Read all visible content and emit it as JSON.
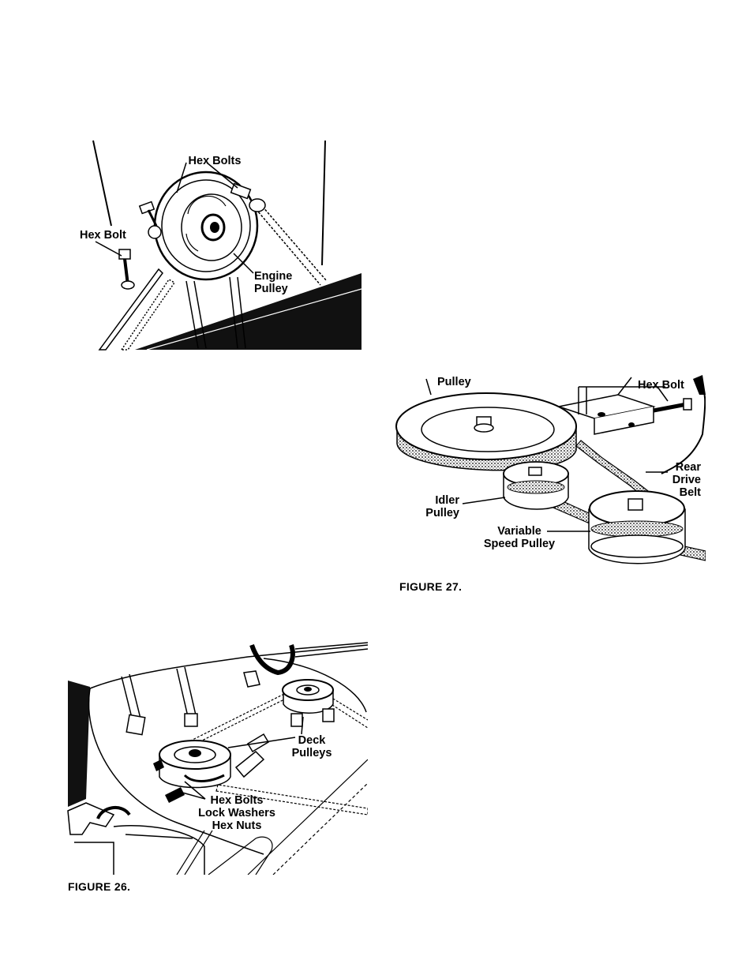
{
  "figures": {
    "engine_pulley": {
      "labels": {
        "hex_bolts": "Hex Bolts",
        "hex_bolt": "Hex Bolt",
        "engine": "Engine",
        "pulley": "Pulley"
      }
    },
    "figure27": {
      "caption": "FIGURE 27.",
      "labels": {
        "pulley": "Pulley",
        "hex_bolt": "Hex Bolt",
        "rear": "Rear",
        "drive": "Drive",
        "belt": "Belt",
        "idler": "Idler",
        "idler_pulley": "Pulley",
        "variable": "Variable",
        "speed_pulley": "Speed Pulley"
      }
    },
    "figure26": {
      "caption": "FIGURE 26.",
      "labels": {
        "deck": "Deck",
        "pulleys": "Pulleys",
        "hex_bolts": "Hex Bolts",
        "lock_washers": "Lock Washers",
        "hex_nuts": "Hex Nuts"
      }
    }
  }
}
